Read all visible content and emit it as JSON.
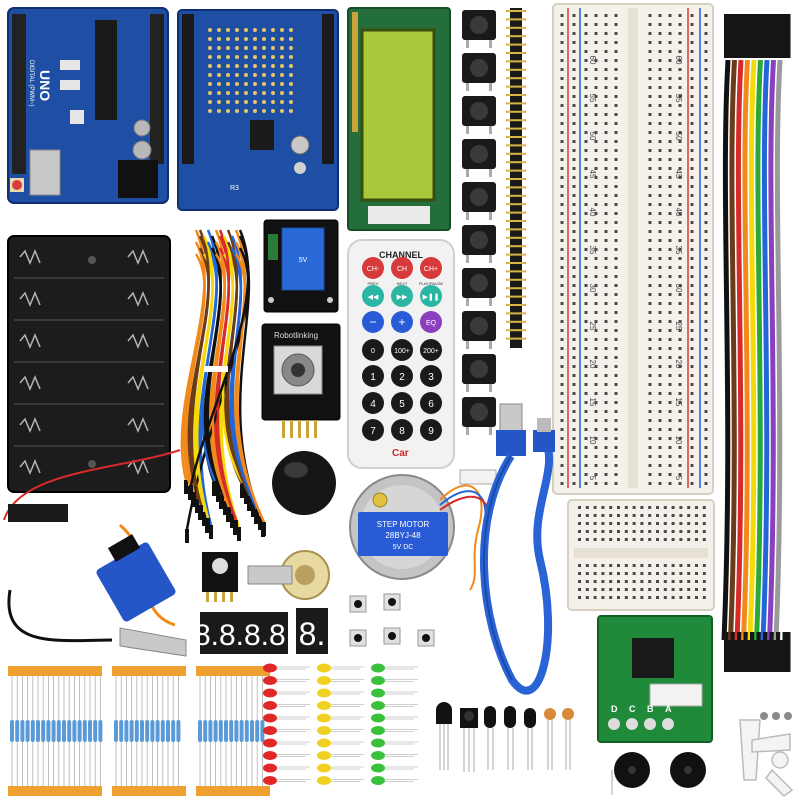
{
  "uno": {
    "board_label": "UNO",
    "digital_label": "DIGITAL (PWM~)"
  },
  "shield": {
    "label": "R3"
  },
  "relay": {
    "label": "5V"
  },
  "joystick": {
    "brand_label": "Robotlinking"
  },
  "remote": {
    "title": "CHANNEL",
    "row1": [
      "CH-",
      "CH",
      "CH+"
    ],
    "row1_sub": [
      "PREV",
      "NEXT",
      "PLAY/PAUSE"
    ],
    "row4": [
      "0",
      "100+",
      "200+"
    ],
    "digits": [
      "1",
      "2",
      "3",
      "4",
      "5",
      "6",
      "7",
      "8",
      "9"
    ],
    "eq_label": "EQ",
    "brand_label": "Car"
  },
  "stepper_motor": {
    "line1": "STEP MOTOR",
    "line2": "28BYJ-48",
    "line3": "5V DC"
  },
  "segment_display": {
    "four_digit": "8.8.8.8.",
    "single_digit": "8."
  },
  "driver_board": {
    "labels": [
      "A",
      "B",
      "C",
      "D"
    ]
  },
  "breadboard": {
    "numbers": [
      "5",
      "10",
      "15",
      "20",
      "25",
      "30",
      "35",
      "40",
      "45",
      "50",
      "55",
      "60"
    ]
  },
  "colors": {
    "pcb_blue": "#1f4fa5",
    "lcd_green": "#a8c83a",
    "breadboard": "#f4f1ea",
    "jumper_colors": [
      "#111111",
      "#6b3b1a",
      "#d62b2b",
      "#f28a1b",
      "#f5d90a",
      "#2aa83a",
      "#2266d8",
      "#8a3fbf",
      "#9a9a9a",
      "#ffffff"
    ]
  }
}
